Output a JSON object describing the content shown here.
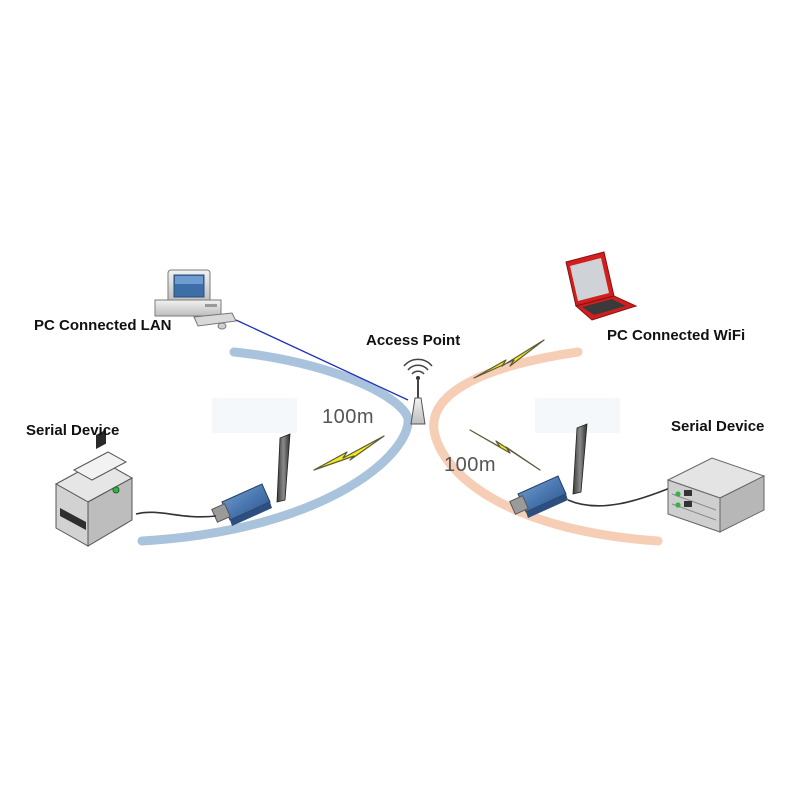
{
  "labels": {
    "pc_lan": "PC Connected LAN",
    "access_point": "Access Point",
    "pc_wifi": "PC Connected WiFi",
    "serial_left": "Serial Device",
    "serial_right": "Serial Device",
    "distance_left": "100m",
    "distance_right": "100m"
  },
  "colors": {
    "left_arc": "#a9c3dc",
    "right_arc": "#f6cdb5",
    "lan_cable": "#1f2fb8",
    "lightning_fill": "#f4ea1c",
    "adapter_blue": "#4a78b0",
    "laptop_frame": "#d11f1f"
  },
  "icons": [
    "desktop-pc-icon",
    "laptop-icon",
    "access-point-icon",
    "printer-icon",
    "server-rack-icon",
    "serial-wifi-adapter-icon",
    "lightning-icon"
  ]
}
